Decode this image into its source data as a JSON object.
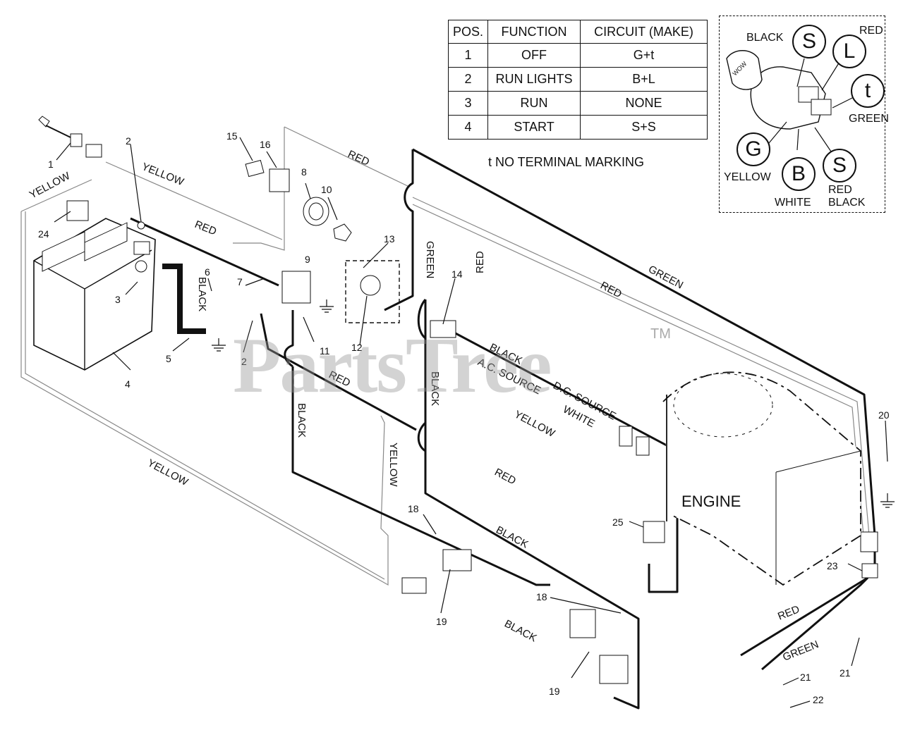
{
  "function_table": {
    "headers": [
      "POS.",
      "FUNCTION",
      "CIRCUIT  (MAKE)"
    ],
    "rows": [
      {
        "pos": "1",
        "function": "OFF",
        "circuit": "G+t"
      },
      {
        "pos": "2",
        "function": "RUN LIGHTS",
        "circuit": "B+L"
      },
      {
        "pos": "3",
        "function": "RUN",
        "circuit": "NONE"
      },
      {
        "pos": "4",
        "function": "START",
        "circuit": "S+S"
      }
    ],
    "footnote": "t  NO TERMINAL MARKING"
  },
  "switch_inset": {
    "terminals": [
      "S",
      "L",
      "t",
      "G",
      "B",
      "S"
    ],
    "labels": {
      "black": "BLACK",
      "red": "RED",
      "green": "GREEN",
      "yellow": "YELLOW",
      "white": "WHITE",
      "red_black_1": "RED",
      "red_black_2": "BLACK"
    },
    "key_text": "WOW"
  },
  "wire_labels": {
    "yellow_1": "YELLOW",
    "yellow_2": "YELLOW",
    "yellow_3": "YELLOW",
    "yellow_4": "YELLOW",
    "yellow_5": "YELLOW",
    "red_1": "RED",
    "red_2": "RED",
    "red_3": "RED",
    "red_4": "RED",
    "red_5": "RED",
    "red_6": "RED",
    "red_7": "RED",
    "green_1": "GREEN",
    "green_2": "GREEN",
    "green_3": "GREEN",
    "black_1": "BLACK",
    "black_2": "BLACK",
    "black_3": "BLACK",
    "black_4": "BLACK",
    "black_5": "BLACK",
    "black_6": "BLACK",
    "ac_source": "A.C. SOURCE",
    "dc_source": "D.C. SOURCE",
    "white": "WHITE"
  },
  "callouts": {
    "c1": "1",
    "c2a": "2",
    "c2b": "2",
    "c3": "3",
    "c4": "4",
    "c5": "5",
    "c6": "6",
    "c7": "7",
    "c8": "8",
    "c9": "9",
    "c10": "10",
    "c11": "11",
    "c12": "12",
    "c13": "13",
    "c14": "14",
    "c15": "15",
    "c16": "16",
    "c18a": "18",
    "c18b": "18",
    "c19a": "19",
    "c19b": "19",
    "c20": "20",
    "c21a": "21",
    "c21b": "21",
    "c22": "22",
    "c23": "23",
    "c24": "24",
    "c25": "25"
  },
  "engine_label": "ENGINE",
  "watermark": "PartsTree",
  "trademark": "TM"
}
